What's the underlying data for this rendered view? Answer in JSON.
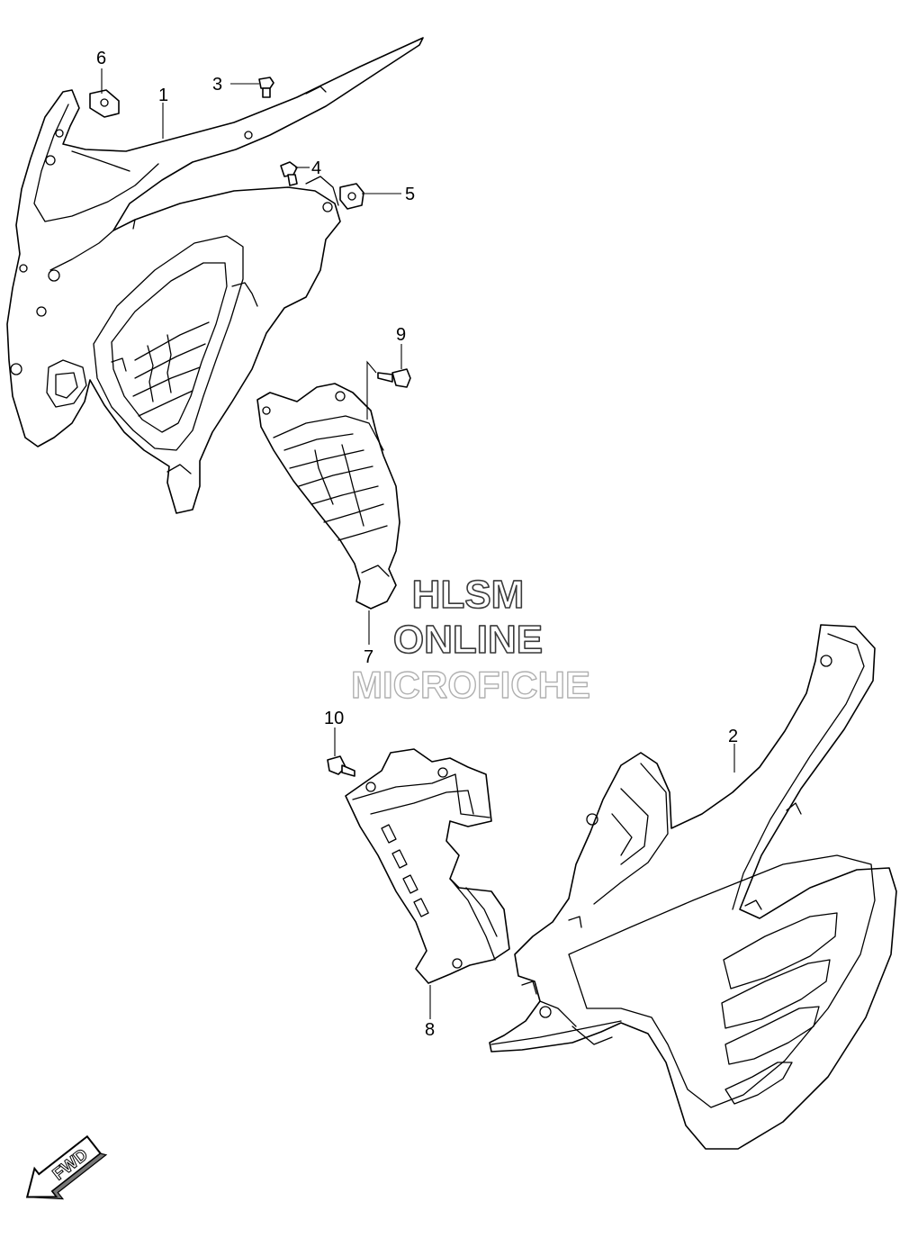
{
  "diagram": {
    "callouts": [
      {
        "id": "1",
        "label": "1"
      },
      {
        "id": "2",
        "label": "2"
      },
      {
        "id": "3",
        "label": "3"
      },
      {
        "id": "4",
        "label": "4"
      },
      {
        "id": "5",
        "label": "5"
      },
      {
        "id": "6",
        "label": "6"
      },
      {
        "id": "7",
        "label": "7"
      },
      {
        "id": "8",
        "label": "8"
      },
      {
        "id": "9",
        "label": "9"
      },
      {
        "id": "10",
        "label": "10"
      }
    ],
    "fwd_label": "FWD",
    "watermark": {
      "line1": "HLSM",
      "line2": "ONLINE",
      "line3": "MICROFICHE"
    }
  }
}
